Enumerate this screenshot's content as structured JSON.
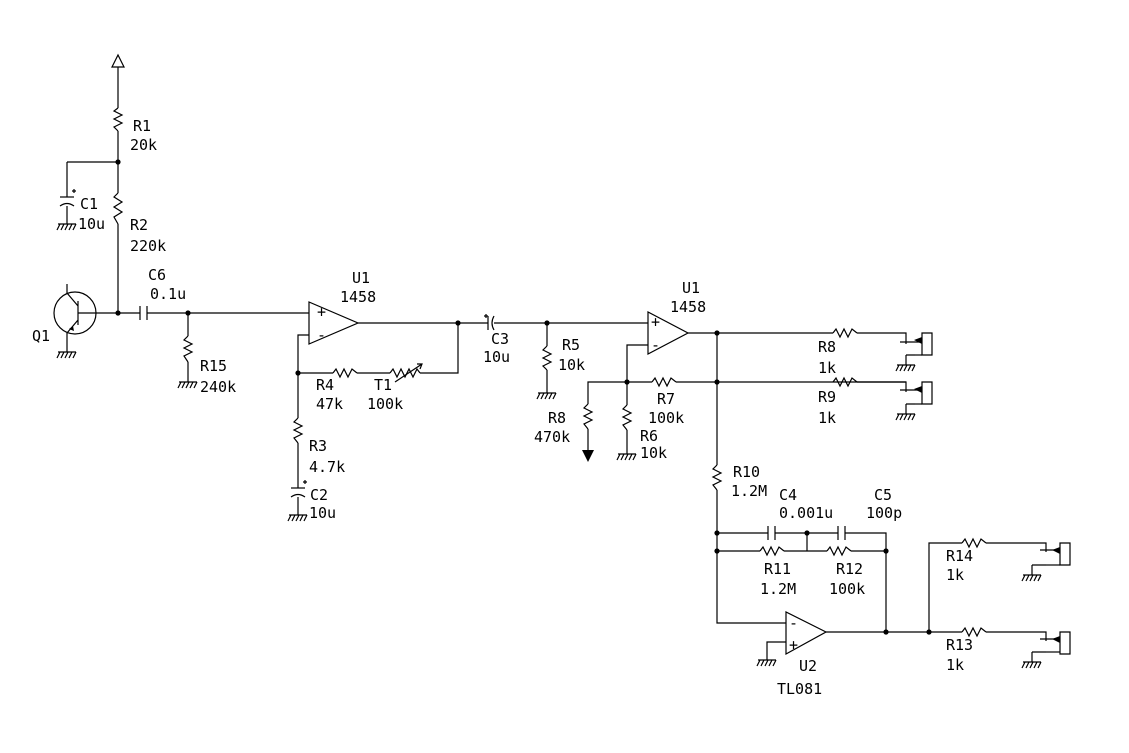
{
  "components": {
    "Q1": {
      "ref": "Q1"
    },
    "R1": {
      "ref": "R1",
      "value": "20k"
    },
    "C1": {
      "ref": "C1",
      "value": "10u"
    },
    "R2": {
      "ref": "R2",
      "value": "220k"
    },
    "C6": {
      "ref": "C6",
      "value": "0.1u"
    },
    "R15": {
      "ref": "R15",
      "value": "240k"
    },
    "U1a": {
      "ref": "U1",
      "value": "1458"
    },
    "R4": {
      "ref": "R4",
      "value": "47k"
    },
    "T1": {
      "ref": "T1",
      "value": "100k"
    },
    "R3": {
      "ref": "R3",
      "value": "4.7k"
    },
    "C2": {
      "ref": "C2",
      "value": "10u"
    },
    "C3": {
      "ref": "C3",
      "value": "10u"
    },
    "R5": {
      "ref": "R5",
      "value": "10k"
    },
    "R8a": {
      "ref": "R8",
      "value": "470k"
    },
    "U1b": {
      "ref": "U1",
      "value": "1458"
    },
    "R7": {
      "ref": "R7",
      "value": "100k"
    },
    "R6": {
      "ref": "R6",
      "value": "10k"
    },
    "R8b": {
      "ref": "R8",
      "value": "1k"
    },
    "R9": {
      "ref": "R9",
      "value": "1k"
    },
    "R10": {
      "ref": "R10",
      "value": "1.2M"
    },
    "C4": {
      "ref": "C4",
      "value": "0.001u"
    },
    "C5": {
      "ref": "C5",
      "value": "100p"
    },
    "R11": {
      "ref": "R11",
      "value": "1.2M"
    },
    "R12": {
      "ref": "R12",
      "value": "100k"
    },
    "U2": {
      "ref": "U2",
      "value": "TL081"
    },
    "R14": {
      "ref": "R14",
      "value": "1k"
    },
    "R13": {
      "ref": "R13",
      "value": "1k"
    }
  },
  "opamp_pins": {
    "plus": "+",
    "minus": "-"
  }
}
